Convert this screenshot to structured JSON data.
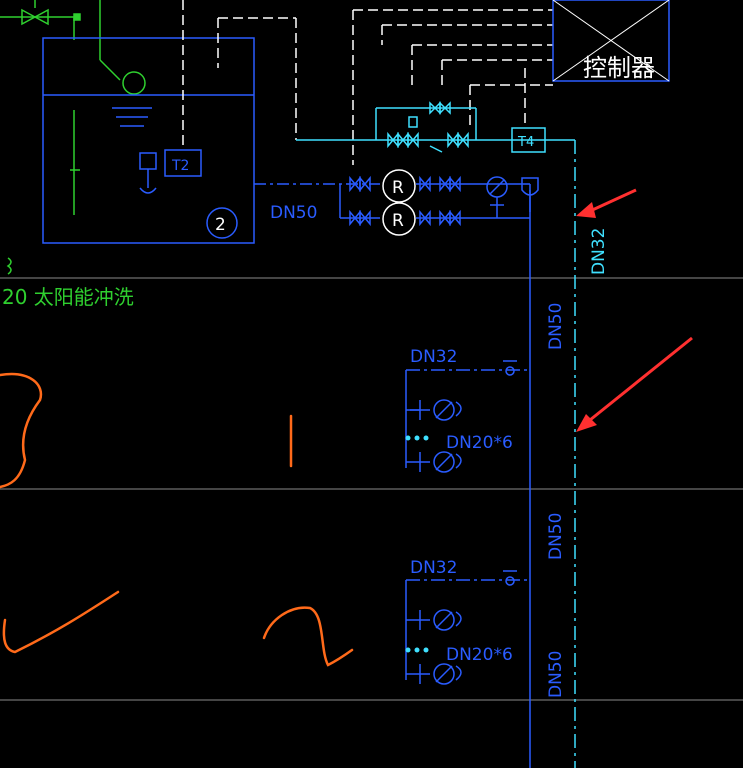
{
  "drawing": {
    "background": "#000000",
    "colors": {
      "blue": "#2a5cff",
      "cyan": "#3fe0ff",
      "white": "#ffffff",
      "green": "#2fd02f",
      "orange": "#ff6a1a",
      "red": "#ff3030",
      "grey": "#8a8a8a"
    },
    "labels": {
      "controller": "控制器",
      "t2": "T2",
      "t4": "T4",
      "tank_no": "2",
      "pump_r": "R",
      "dn50_main": "DN50",
      "dn32_riser": "DN32",
      "solar_flush": "20 太阳能冲洗",
      "floor1_dn50": "DN50",
      "floor1_dn32": "DN32",
      "floor1_dn20": "DN20*6",
      "floor2_dn50": "DN50",
      "floor2_dn32": "DN32",
      "floor2_dn20": "DN20*6",
      "floor3_dn50": "DN50"
    }
  }
}
